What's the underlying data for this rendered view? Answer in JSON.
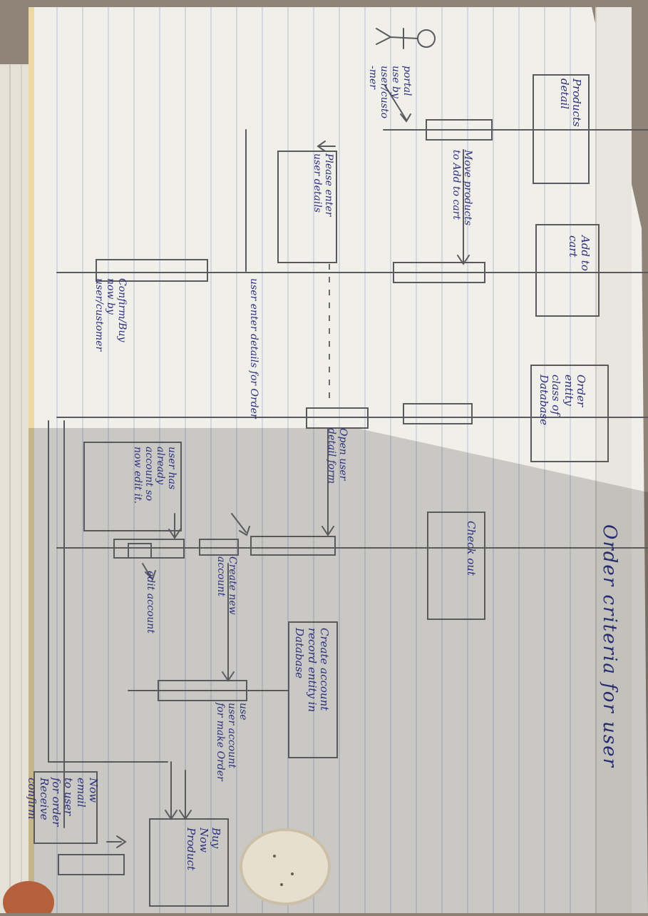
{
  "diagram": {
    "title": "Order criteria for user",
    "objects": [
      "Products\ndetail",
      "Add to\ncart",
      "Order\nentity\nclass of\nDatabase",
      "Check out",
      "Create account\nrecord entity in\nDatabase",
      "Buy\nNow\nProduct",
      "Now\nemail\nto user\nfor order\nReceive\nconfirm"
    ],
    "messages": [
      "portal\nuse by\nuser/custo\n-mer",
      "Move products\nto Add to cart",
      "user enter details for Order",
      "Open user\ndetail form",
      "Confirm/Buy\nnow by\nuser/customer",
      "Create new\naccount",
      "edit account",
      "use\nuser account\nfor make Order"
    ],
    "notes": [
      "Please enter\nuser details",
      "user has\nalready\naccount so\nnow edit it."
    ]
  },
  "colors": {
    "ink": "#2b2f7a",
    "pencil": "#5a5a5e",
    "paper": "#f1efea",
    "ruled_line": "#b7bfd0"
  }
}
